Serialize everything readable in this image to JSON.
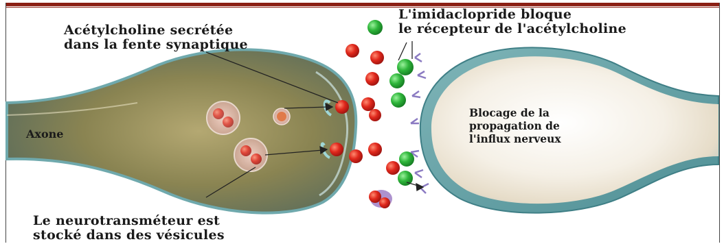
{
  "labels": {
    "acetylcholine_line1": "Acétylcholine secrétée",
    "acetylcholine_line2": "dans la fente synaptique",
    "imidacloprid_line1": "L'imidaclopride bloque",
    "imidacloprid_line2": "le récepteur de l'acétylcholine",
    "axone": "Axone",
    "blocage_line1": "Blocage de la",
    "blocage_line2": "propagation de",
    "blocage_line3": "l'influx nerveux",
    "neuro_line1": "Le neurotransméteur est",
    "neuro_line2": "stocké dans des vésicules"
  },
  "colors": {
    "header_rule": "#8b1f14",
    "neuron_fill": "#8a8f58",
    "neuron_edge": "#6fb0b5",
    "acetylcholine": "#d9281e",
    "imidacloprid": "#2ab33a",
    "receptor": "#9a88c8",
    "vesicle": "#f2c8c0"
  }
}
